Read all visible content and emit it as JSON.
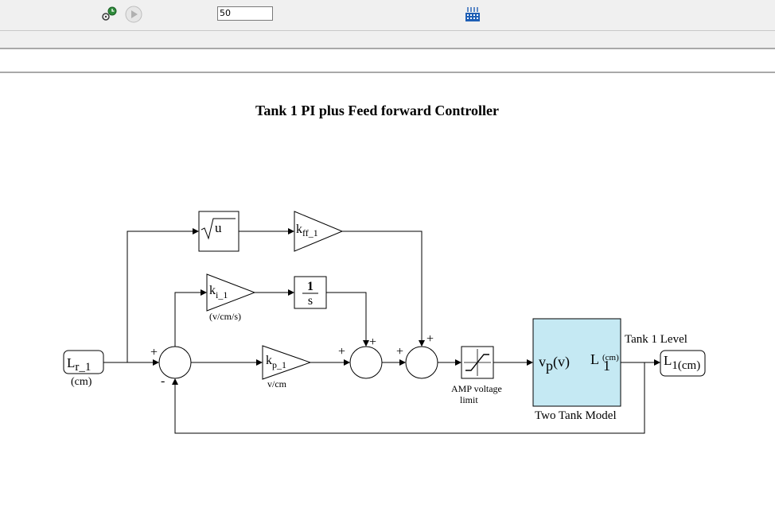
{
  "toolbar": {
    "stop_time_value": "50",
    "icons": [
      "simulation-pacing-icon",
      "run-icon",
      "data-inspector-icon"
    ]
  },
  "diagram": {
    "title": "Tank 1 PI plus Feed forward Controller",
    "inport": {
      "label_main": "L",
      "label_sub": "r_1",
      "units": "(cm)"
    },
    "sqrt_block": {
      "label": "u"
    },
    "gain_ff": {
      "label_main": "k",
      "label_sub": "ff_1"
    },
    "gain_i": {
      "label_main": "k",
      "label_sub": "i_1",
      "units": "(v/cm/s)"
    },
    "integrator": {
      "numerator": "1",
      "denominator": "s"
    },
    "gain_p": {
      "label_main": "k",
      "label_sub": "p_1",
      "units": "v/cm"
    },
    "sum1": {
      "sign_top": "+",
      "sign_bottom": "-"
    },
    "sum2": {
      "sign_left": "+",
      "sign_top": "+"
    },
    "sum3": {
      "sign_left": "+",
      "sign_top": "+"
    },
    "saturation": {
      "caption_line1": "AMP voltage",
      "caption_line2": "limit"
    },
    "plant": {
      "caption": "Two Tank Model",
      "in_label_main": "v",
      "in_label_sub": "p",
      "in_label_units": "(v)",
      "out_label_main": "L",
      "out_label_sub": "1",
      "out_label_super": "(cm)"
    },
    "signal_label": "Tank 1 Level",
    "outport": {
      "label_main": "L",
      "label_sub": "1(cm)"
    }
  },
  "colors": {
    "plant_fill": "#c5e9f3",
    "toolbar_bg": "#f0f0f0",
    "data_inspector_blue": "#1f5fb5"
  }
}
